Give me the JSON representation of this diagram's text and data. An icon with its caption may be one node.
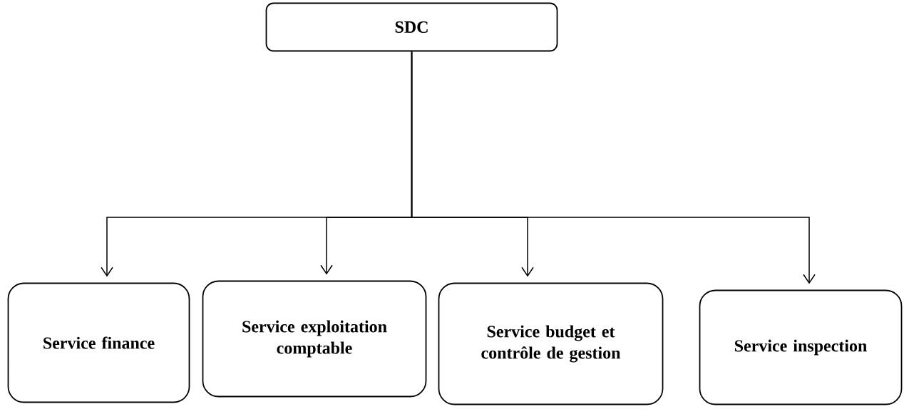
{
  "diagram": {
    "nodes": [
      {
        "text": [
          "SDC"
        ]
      },
      {
        "text": [
          "Service finance"
        ]
      },
      {
        "text": [
          "Service exploitation comptable"
        ]
      },
      {
        "text": [
          "Service budget et contrôle de gestion"
        ]
      },
      {
        "text": [
          "Service inspection"
        ]
      }
    ],
    "edges": [
      {
        "from": 0,
        "to": 1,
        "arrow": "to"
      },
      {
        "from": 0,
        "to": 2,
        "arrow": "to"
      },
      {
        "from": 0,
        "to": 3,
        "arrow": "to"
      },
      {
        "from": 0,
        "to": 4,
        "arrow": "to"
      }
    ]
  }
}
